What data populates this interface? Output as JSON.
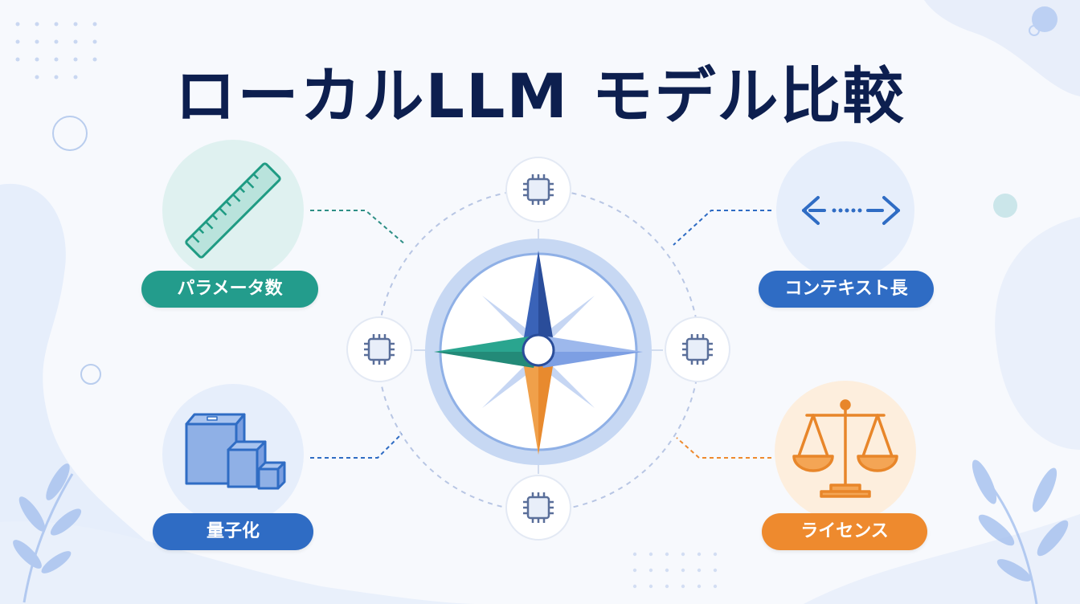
{
  "title": "ローカルLLM モデル比較",
  "features": [
    {
      "key": "parameters",
      "label": "パラメータ数",
      "icon": "ruler-icon",
      "color": "#239c8c"
    },
    {
      "key": "context",
      "label": "コンテキスト長",
      "icon": "double-arrow-icon",
      "color": "#2f6cc4"
    },
    {
      "key": "quantization",
      "label": "量子化",
      "icon": "stacked-cubes-icon",
      "color": "#2f6cc4"
    },
    {
      "key": "license",
      "label": "ライセンス",
      "icon": "scales-icon",
      "color": "#ee8a2e"
    }
  ],
  "center_icon": "compass-icon",
  "node_icon": "chip-icon",
  "colors": {
    "title": "#0d1f4f",
    "teal": "#239c8c",
    "blue": "#2f6cc4",
    "orange": "#ee8a2e",
    "navy": "#3a63b8"
  }
}
